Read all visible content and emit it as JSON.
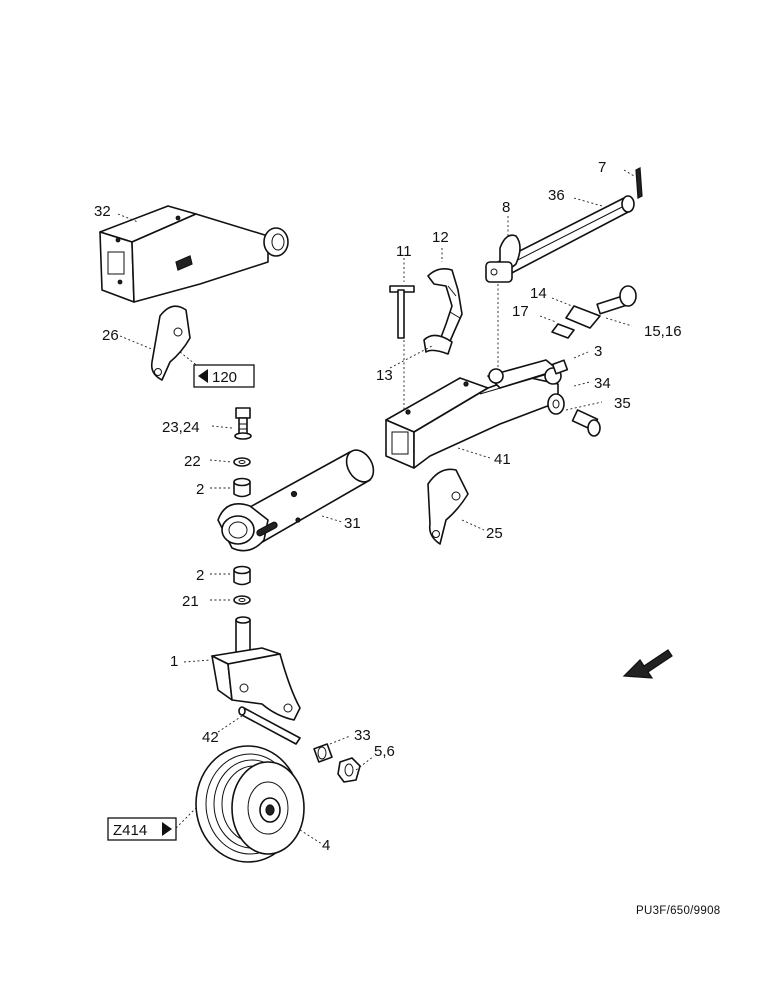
{
  "drawing_code": "PU3F/650/9908",
  "references": [
    {
      "id": "ref-120",
      "text": "120",
      "arrow": "left"
    },
    {
      "id": "ref-z414",
      "text": "Z414",
      "arrow": "right"
    }
  ],
  "labels": [
    "7",
    "36",
    "8",
    "32",
    "12",
    "11",
    "14",
    "17",
    "15,16",
    "3",
    "26",
    "13",
    "34",
    "35",
    "23,24",
    "22",
    "41",
    "2",
    "31",
    "25",
    "2",
    "21",
    "1",
    "42",
    "33",
    "5,6",
    "4"
  ]
}
